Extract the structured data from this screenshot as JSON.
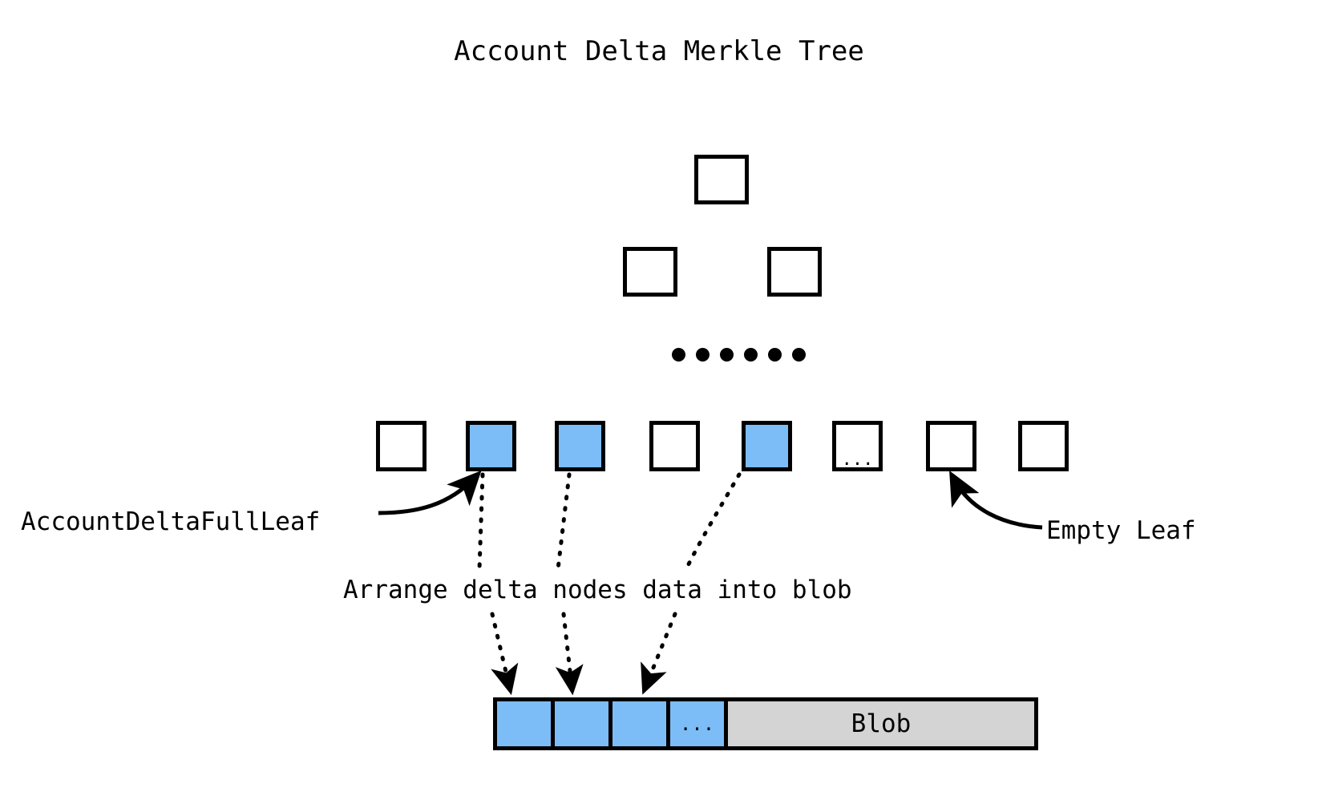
{
  "diagram": {
    "title": "Account Delta Merkle Tree",
    "levels": {
      "root": {
        "count": 1,
        "fill": "empty"
      },
      "level2": {
        "count": 2,
        "fill": "empty"
      },
      "ellipsis_dots": 6
    },
    "leaves": [
      {
        "index": 0,
        "fill": "empty",
        "label": ""
      },
      {
        "index": 1,
        "fill": "blue",
        "label": ""
      },
      {
        "index": 2,
        "fill": "blue",
        "label": ""
      },
      {
        "index": 3,
        "fill": "empty",
        "label": ""
      },
      {
        "index": 4,
        "fill": "blue",
        "label": ""
      },
      {
        "index": 5,
        "fill": "empty",
        "label": "..."
      },
      {
        "index": 6,
        "fill": "empty",
        "label": ""
      },
      {
        "index": 7,
        "fill": "empty",
        "label": ""
      }
    ],
    "annotations": {
      "full_leaf_label": "AccountDeltaFullLeaf",
      "empty_leaf_label": "Empty Leaf",
      "arrange_label": "Arrange delta nodes data into blob"
    },
    "blob": {
      "label": "Blob",
      "segments": [
        {
          "index": 0,
          "fill": "blue",
          "label": ""
        },
        {
          "index": 1,
          "fill": "blue",
          "label": ""
        },
        {
          "index": 2,
          "fill": "blue",
          "label": ""
        },
        {
          "index": 3,
          "fill": "blue",
          "label": "..."
        }
      ]
    },
    "colors": {
      "blue_fill": "#7cbdf7",
      "gray_fill": "#d4d4d4",
      "stroke": "#000000",
      "background": "#ffffff"
    }
  }
}
